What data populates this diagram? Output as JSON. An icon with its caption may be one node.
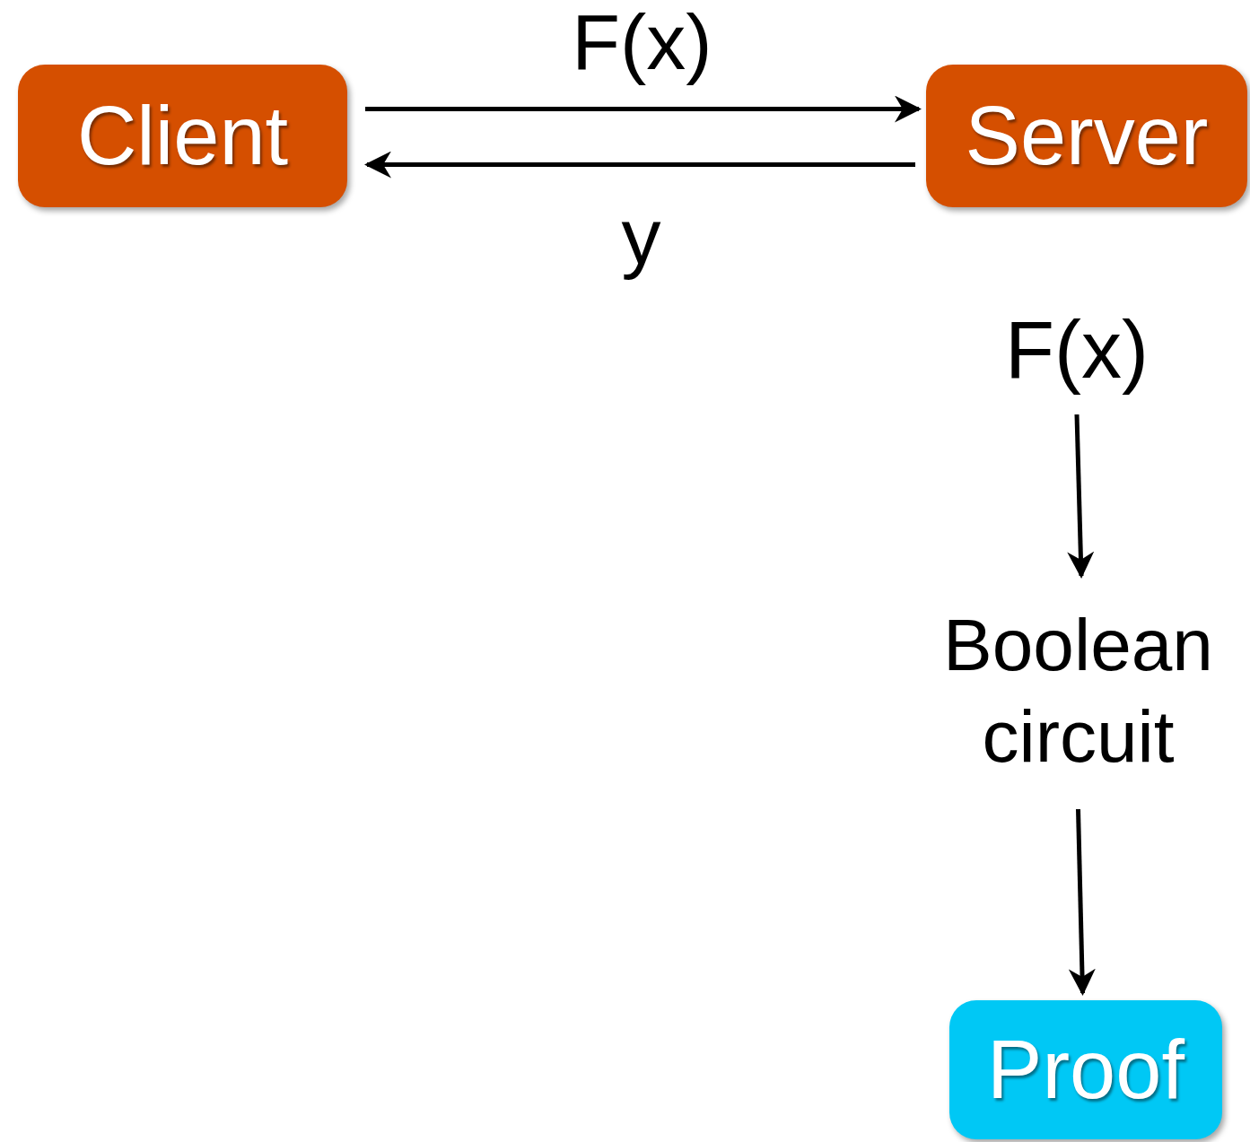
{
  "diagram": {
    "nodes": [
      {
        "text": [
          "Client"
        ]
      },
      {
        "text": [
          "Server"
        ]
      },
      {
        "text": [
          "F(x)"
        ]
      },
      {
        "text": [
          "Boolean circuit"
        ]
      },
      {
        "text": [
          "Proof"
        ]
      }
    ],
    "edges": [
      {
        "from": 0,
        "to": 1,
        "arrow": "to",
        "label": "F(x)"
      },
      {
        "from": 1,
        "to": 0,
        "arrow": "to",
        "label": "y"
      },
      {
        "from": 2,
        "to": 3,
        "arrow": "to"
      },
      {
        "from": 3,
        "to": 4,
        "arrow": "to"
      }
    ]
  }
}
